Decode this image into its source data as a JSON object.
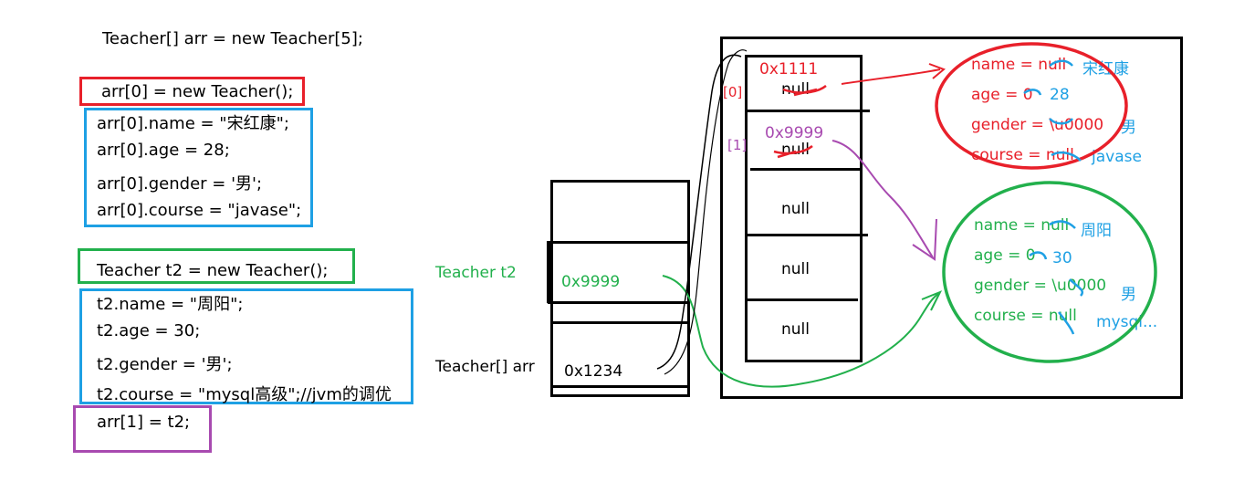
{
  "code": {
    "line_array_decl": "Teacher[] arr = new Teacher[5];",
    "line_arr0_new": "arr[0] = new Teacher();",
    "arr0_assignments": [
      "arr[0].name = \"宋红康\";",
      "arr[0].age = 28;",
      "arr[0].gender = '男';",
      "arr[0].course = \"javase\";"
    ],
    "line_t2_new": "Teacher t2 = new Teacher();",
    "t2_assignments": [
      "t2.name = \"周阳\";",
      "t2.age = 30;",
      "t2.gender = '男';",
      "t2.course = \"mysql高级\";//jvm的调优"
    ],
    "line_arr1_assign": "arr[1] = t2;"
  },
  "stack": {
    "t2_label": "Teacher t2",
    "t2_value": "0x9999",
    "arr_label": "Teacher[] arr",
    "arr_value": "0x1234"
  },
  "heap_array": {
    "slot0_addr": "0x1111",
    "slot0_index": "[0]",
    "slot0_old": "null",
    "slot1_addr": "0x9999",
    "slot1_index": "[1]",
    "slot1_old": "null",
    "slot2": "null",
    "slot3": "null",
    "slot4": "null"
  },
  "teacher_obj1": {
    "name_field": "name = null",
    "name_value": "宋红康",
    "age_field": "age = 0",
    "age_value": "28",
    "gender_field": "gender = \\u0000",
    "gender_value": "男",
    "course_field": "course = null",
    "course_value": "javase"
  },
  "teacher_obj2": {
    "name_field": "name = null",
    "name_value": "周阳",
    "age_field": "age = 0",
    "age_value": "30",
    "gender_field": "gender = \\u0000",
    "gender_value": "男",
    "course_field": "course = null",
    "course_value": "mysql..."
  },
  "colors": {
    "red": "#e8202a",
    "blue": "#1ea0e4",
    "green": "#22b04c",
    "purple": "#a84ab0",
    "text_blue": "#1ea0e4"
  }
}
